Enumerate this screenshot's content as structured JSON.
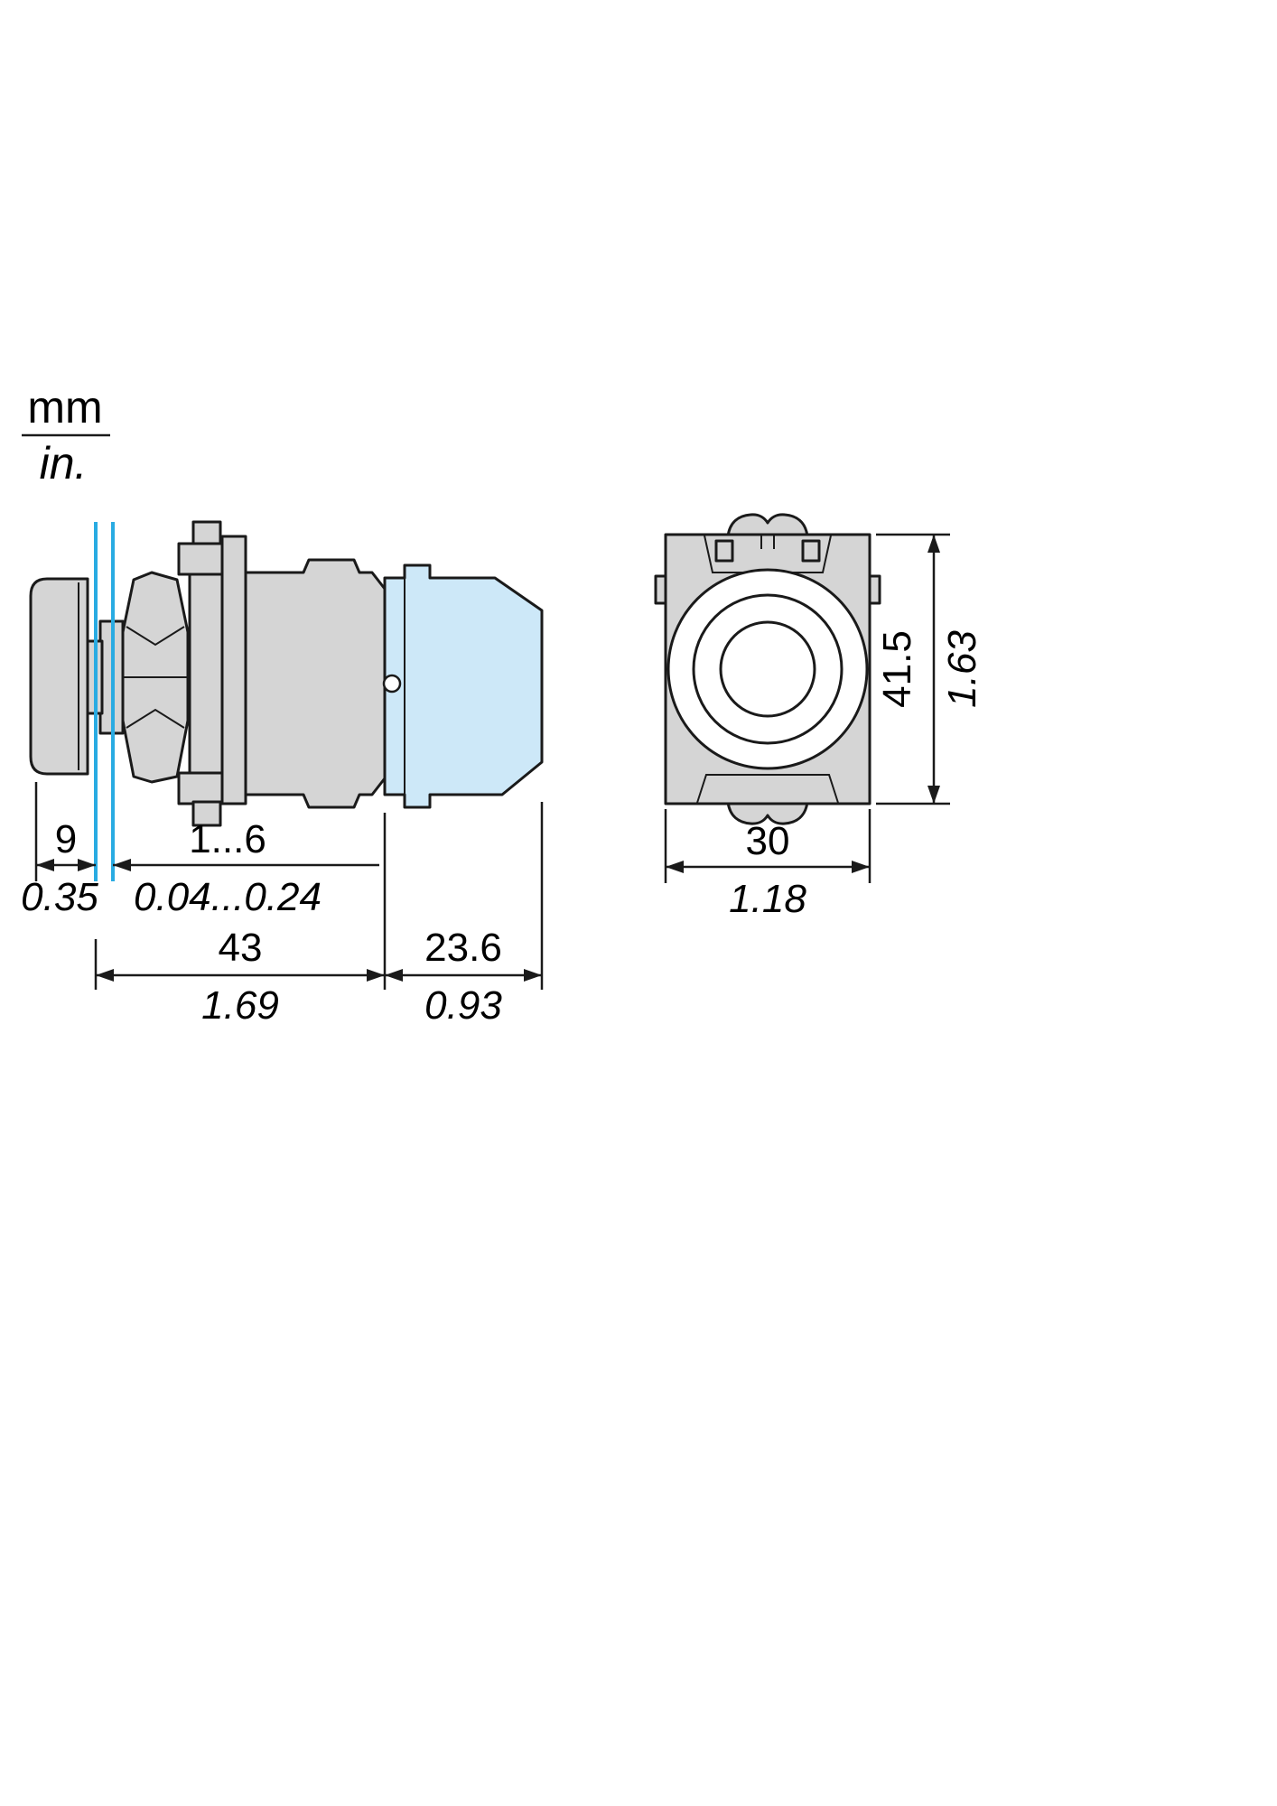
{
  "legend": {
    "mm_label": "mm",
    "in_label": "in."
  },
  "side_view": {
    "button_projection": {
      "mm": "9",
      "in": "0.35"
    },
    "panel_thickness": {
      "mm": "1...6",
      "in": "0.04...0.24"
    },
    "head_depth": {
      "mm": "43",
      "in": "1.69"
    },
    "contact_block_depth": {
      "mm": "23.6",
      "in": "0.93"
    }
  },
  "front_view": {
    "height": {
      "mm": "41.5",
      "in": "1.63"
    },
    "width": {
      "mm": "30",
      "in": "1.18"
    }
  },
  "colors": {
    "outline": "#1a1a1a",
    "body_fill": "#d5d5d5",
    "contact_block_fill": "#cde8f8",
    "panel_line": "#29abe2",
    "circle_fill": "#ffffff",
    "background": "#ffffff"
  }
}
